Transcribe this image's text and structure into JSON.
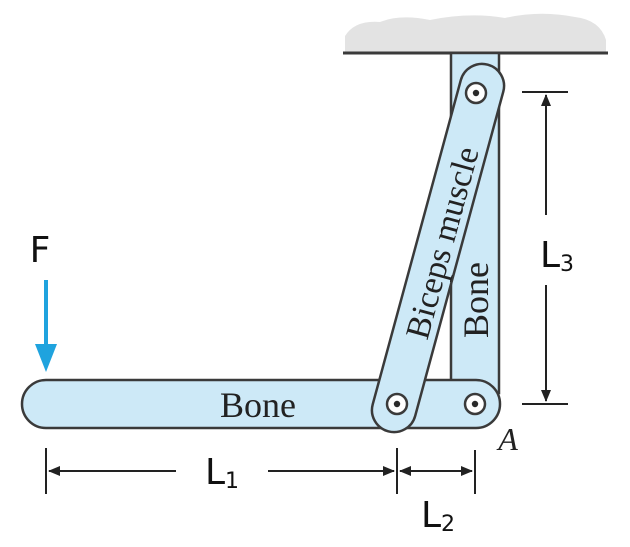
{
  "diagram": {
    "labels": {
      "force": "F",
      "horizontal_bone": "Bone",
      "vertical_bone": "Bone",
      "muscle": "Biceps muscle",
      "joint": "A",
      "l1": {
        "main": "L",
        "sub": "1"
      },
      "l2": {
        "main": "L",
        "sub": "2"
      },
      "l3": {
        "main": "L",
        "sub": "3"
      }
    },
    "colors": {
      "bone_fill": "#cde9f7",
      "outline": "#3a3a3a",
      "force_arrow": "#1fa3de",
      "ceiling": "#e3e3e3",
      "dimension": "#222222"
    }
  }
}
